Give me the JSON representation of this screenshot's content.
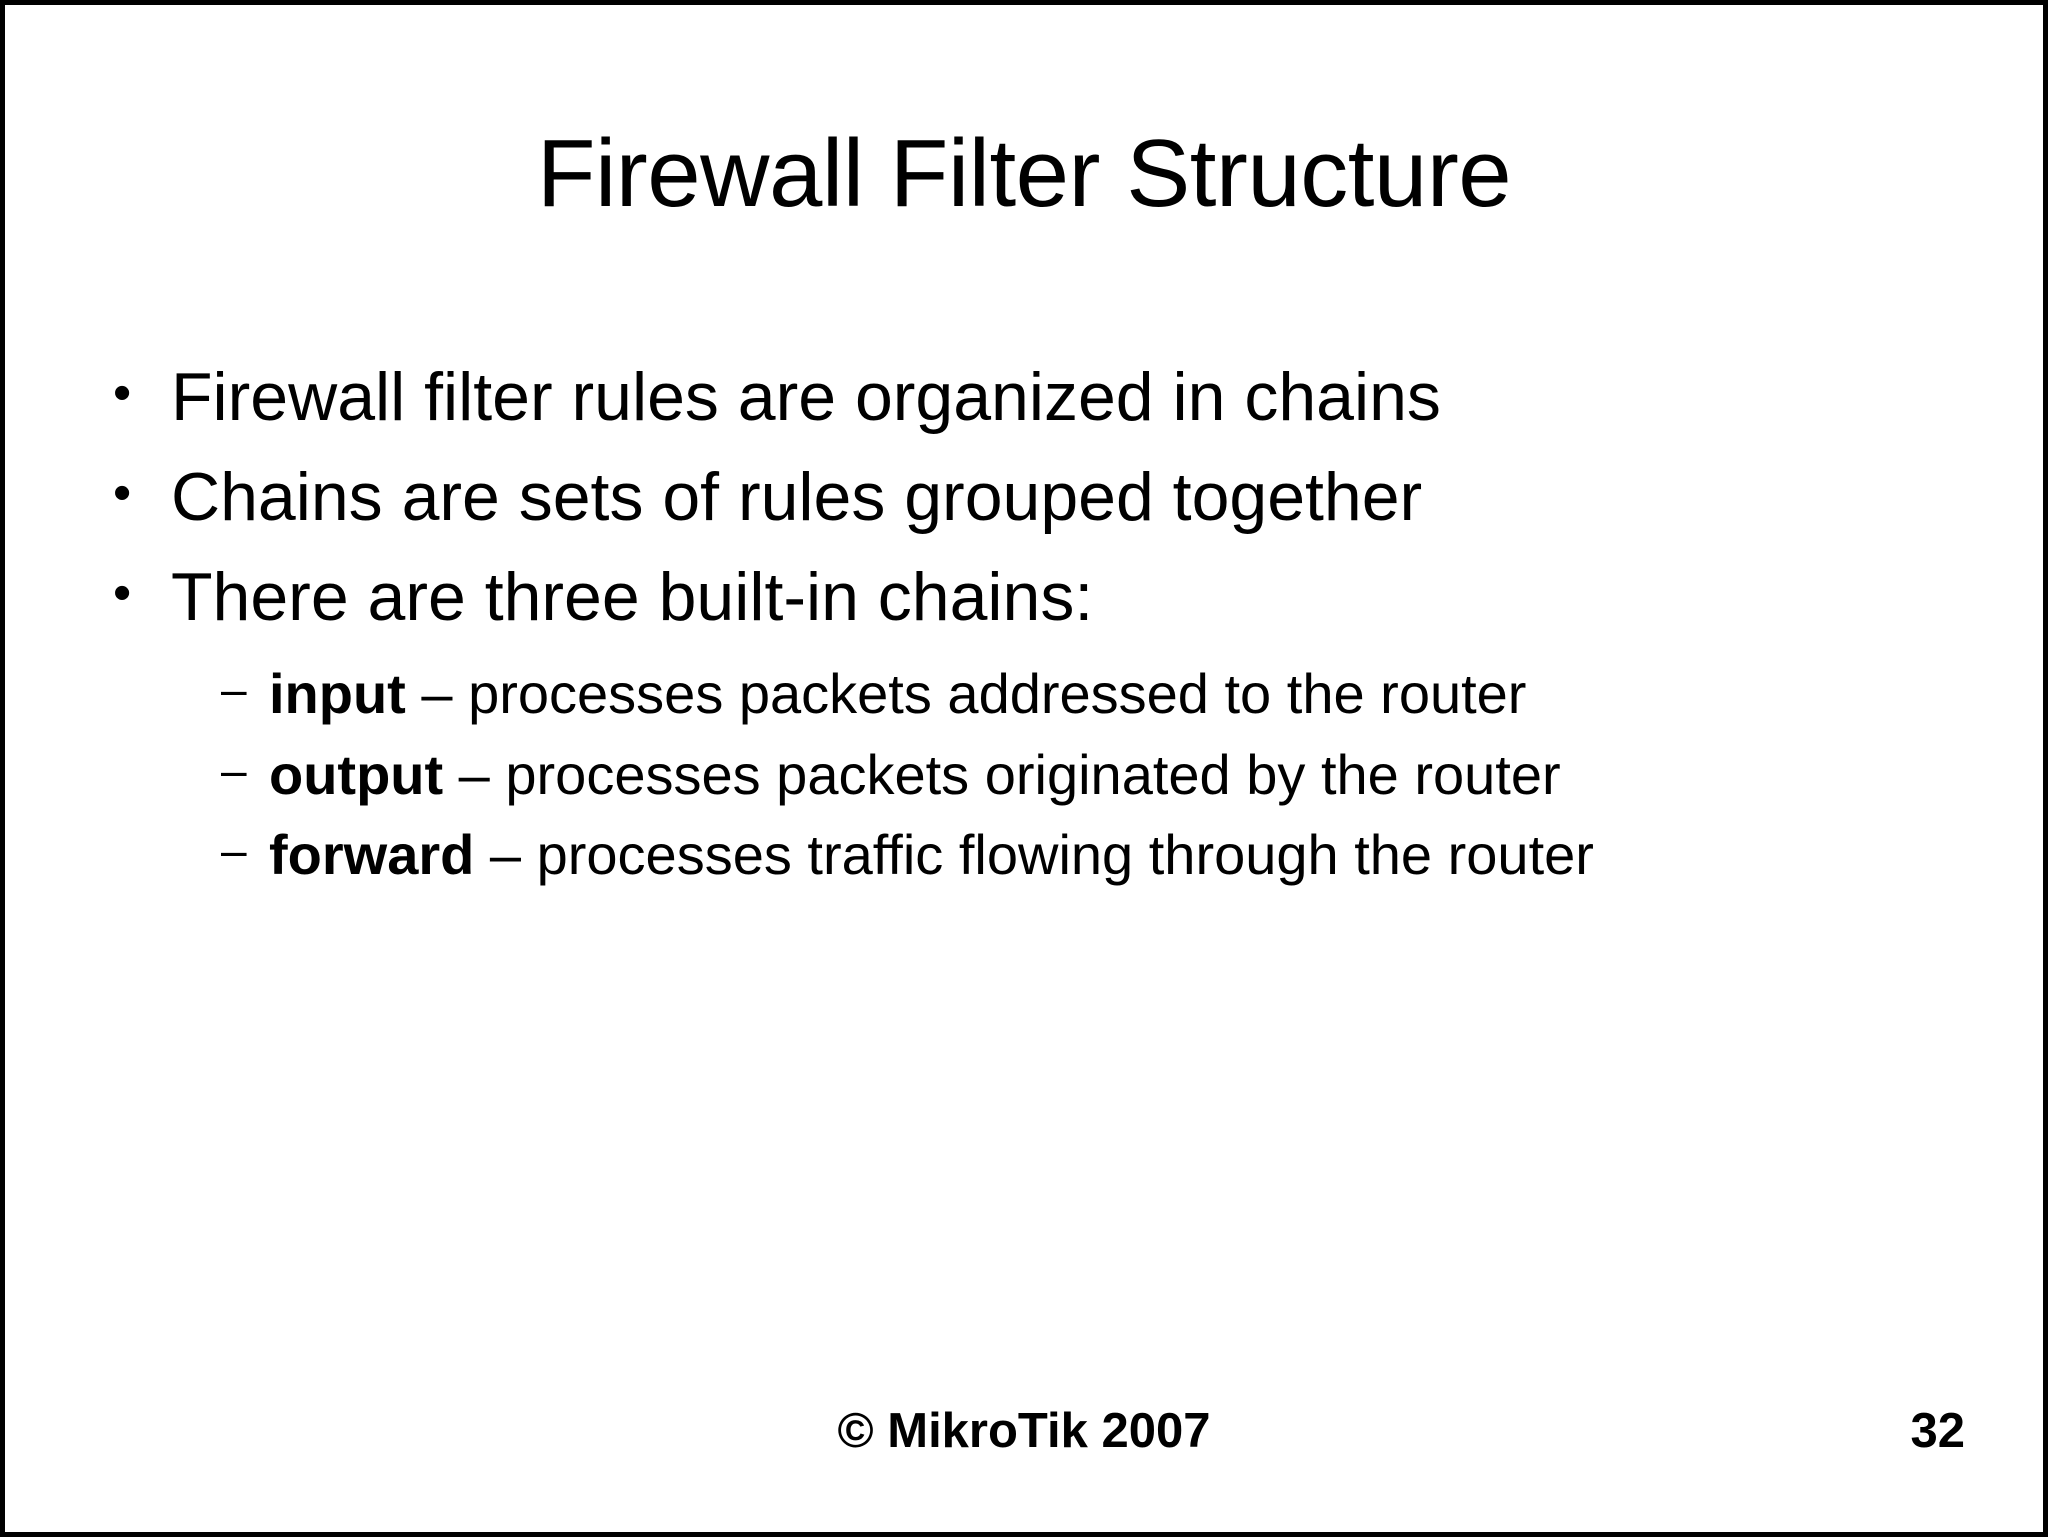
{
  "slide": {
    "title": "Firewall Filter Structure",
    "bullets": [
      {
        "marker": "•",
        "text": "Firewall filter rules are organized in chains"
      },
      {
        "marker": "•",
        "text": "Chains are sets of rules grouped together"
      },
      {
        "marker": "•",
        "text": "There are three built-in chains:"
      }
    ],
    "sub_bullets": [
      {
        "marker": "–",
        "term": "input",
        "description": " – processes packets addressed to the router"
      },
      {
        "marker": "–",
        "term": "output",
        "description": " – processes packets originated by the router"
      },
      {
        "marker": "–",
        "term": "forward",
        "description": " – processes traffic flowing through the router"
      }
    ],
    "footer": {
      "copyright": "© MikroTik 2007",
      "page_number": "32"
    },
    "colors": {
      "background": "#ffffff",
      "text": "#000000",
      "border": "#000000"
    }
  }
}
